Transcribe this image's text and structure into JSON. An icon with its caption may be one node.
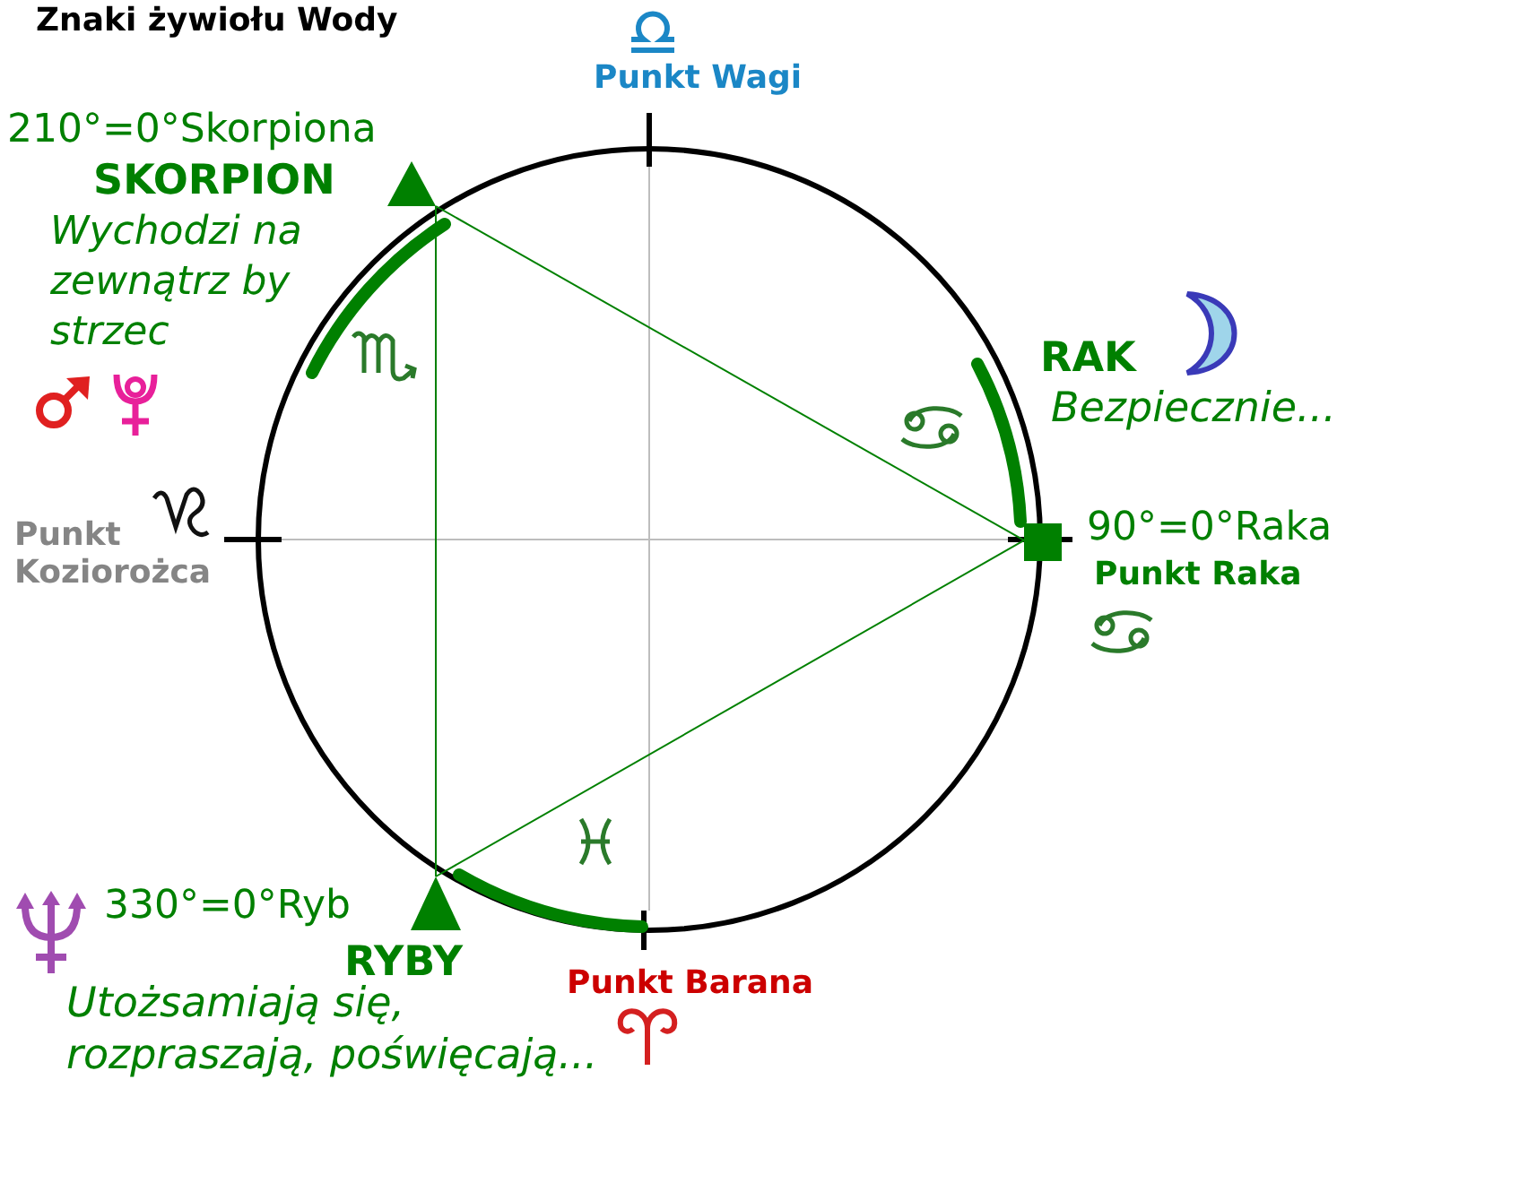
{
  "diagram": {
    "title": "Znaki żywiołu Wody",
    "nodes": [
      {
        "text": [],
        "shape": "triangle",
        "beside": [
          "210°=0°Skorpiona"
        ]
      },
      {
        "text": [],
        "shape": "square",
        "beside": [
          "90°=0°Raka"
        ]
      },
      {
        "text": [],
        "shape": "triangle",
        "beside": [
          "330°=0°Ryb"
        ]
      }
    ],
    "edges": [
      {
        "from": 0,
        "to": 1,
        "arrow": "none"
      },
      {
        "from": 0,
        "to": 2,
        "arrow": "none"
      },
      {
        "from": 2,
        "to": 1,
        "arrow": "none"
      }
    ],
    "labels": [
      "Punkt Wagi",
      "SKORPION",
      "Wychodzi na zewnątrz by strzec",
      "RAK",
      "Bezpiecznie...",
      "Punkt Koziorożca",
      "Punkt Raka",
      "RYBY",
      "Punkt Barana",
      "Utożsamiają się, rozpraszają, poświęcają..."
    ]
  }
}
